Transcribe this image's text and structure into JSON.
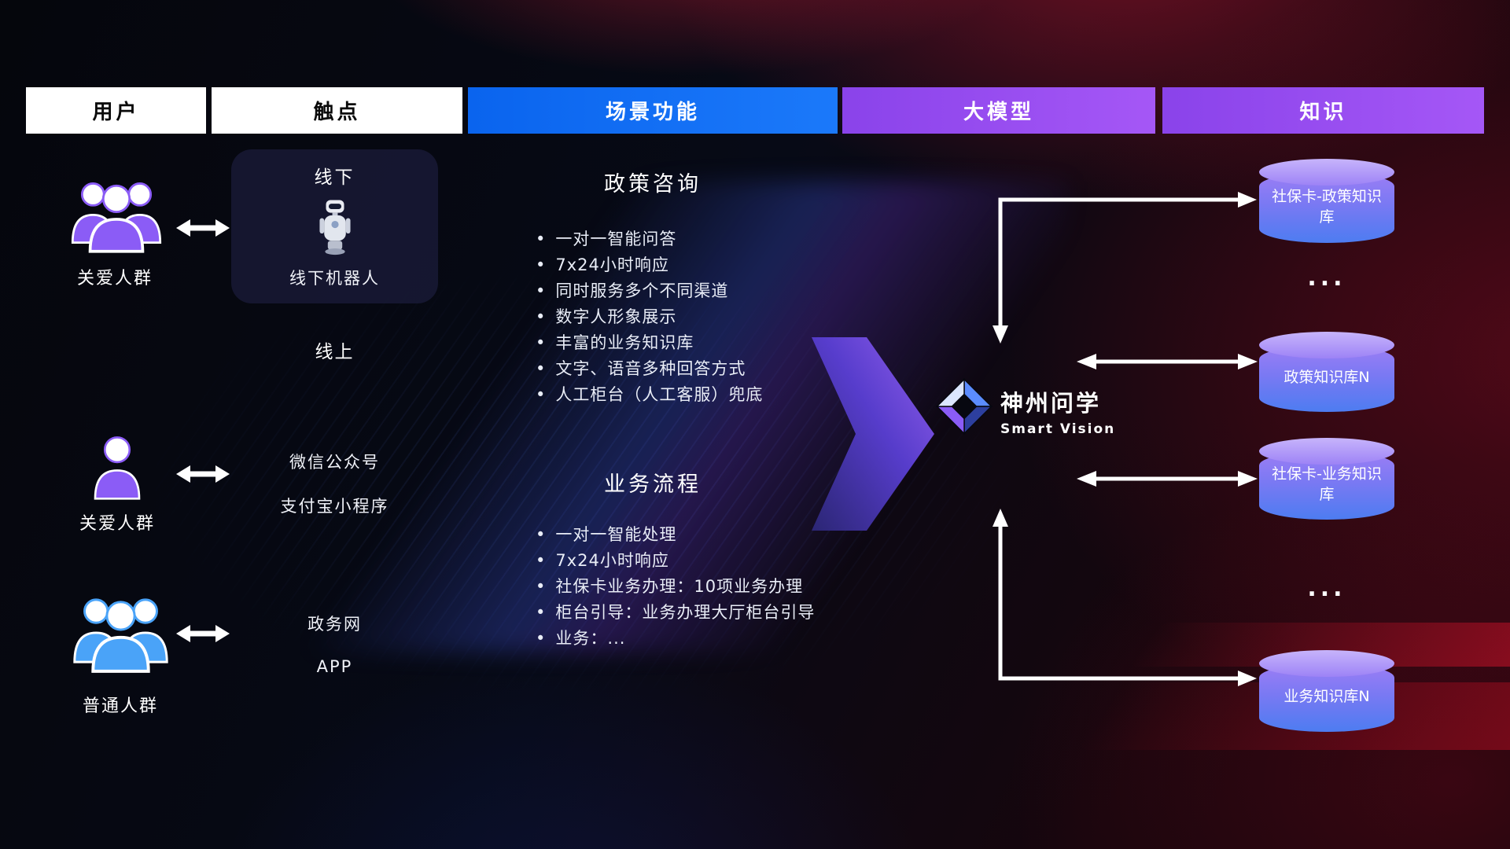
{
  "header": {
    "columns": [
      {
        "label": "用户"
      },
      {
        "label": "触点"
      },
      {
        "label": "场景功能"
      },
      {
        "label": "大模型"
      },
      {
        "label": "知识"
      }
    ]
  },
  "users": [
    {
      "label": "关爱人群"
    },
    {
      "label": "关爱人群"
    },
    {
      "label": "普通人群"
    }
  ],
  "touchpoints": {
    "offline": {
      "title": "线下",
      "robot_label": "线下机器人"
    },
    "online_label": "线上",
    "channels": [
      "微信公众号",
      "支付宝小程序",
      "政务网",
      "APP"
    ]
  },
  "scenes": [
    {
      "title": "政策咨询",
      "items": [
        "一对一智能问答",
        "7x24小时响应",
        "同时服务多个不同渠道",
        "数字人形象展示",
        "丰富的业务知识库",
        "文字、语音多种回答方式",
        "人工柜台（人工客服）兜底"
      ]
    },
    {
      "title": "业务流程",
      "items": [
        "一对一智能处理",
        "7x24小时响应",
        "社保卡业务办理：10项业务办理",
        "柜台引导：业务办理大厅柜台引导",
        "业务：..."
      ]
    }
  ],
  "model": {
    "name": "神州问学",
    "subtitle": "Smart Vision"
  },
  "knowledge": {
    "ellipsis": "...",
    "databases": [
      {
        "label": "社保卡-政策知识库"
      },
      {
        "label": "政策知识库N"
      },
      {
        "label": "社保卡-业务知识库"
      },
      {
        "label": "业务知识库N"
      }
    ]
  },
  "colors": {
    "scene_header": "#0f6ef2",
    "model_header": "#9b4df0",
    "knowledge_header": "#9b4df0",
    "care_user": "#8b5cf6",
    "general_user": "#4aa3f8",
    "db_top": "#bba4f9",
    "db_body_start": "#9d7ef5",
    "db_body_end": "#4e7df1",
    "connector": "#ffffff"
  }
}
